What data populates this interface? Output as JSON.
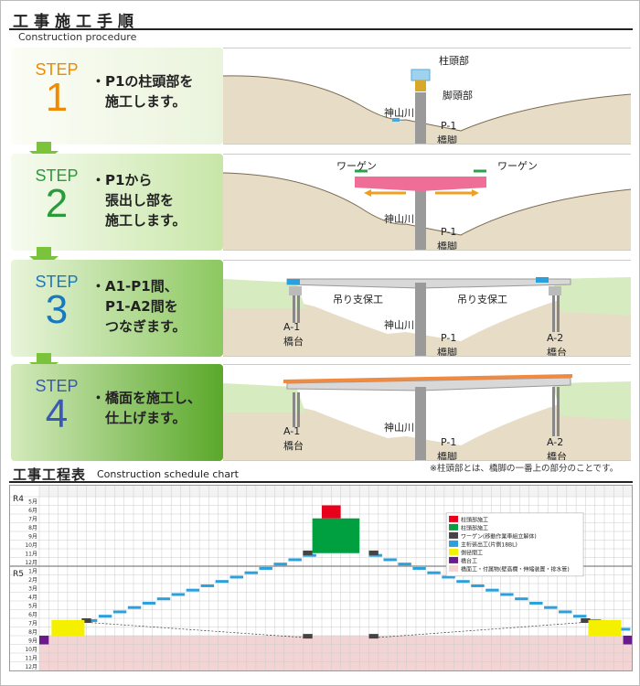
{
  "header": {
    "title": "工事施工手順",
    "subtitle": "Construction procedure"
  },
  "steps": [
    {
      "word": "STEP",
      "number": "1",
      "desc": "・P1の柱頭部を\n　施工します。"
    },
    {
      "word": "STEP",
      "number": "2",
      "desc": "・P1から\n　張出し部を\n　施工します。"
    },
    {
      "word": "STEP",
      "number": "3",
      "desc": "・A1-P1間、\n　P1-A2間を\n　つなぎます。"
    },
    {
      "word": "STEP",
      "number": "4",
      "desc": "・橋面を施工し、\n　仕上げます。"
    }
  ],
  "labels": {
    "column_head": "柱頭部",
    "pier_head": "脚頭部",
    "river": "神山川",
    "p1": "P-1",
    "pier": "橋脚",
    "wagen": "ワーゲン",
    "hanging": "吊り支保工",
    "a1": "A-1",
    "a2": "A-2",
    "abutment": "橋台"
  },
  "note": "※柱頭部とは、橋脚の一番上の部分のことです。",
  "schedule": {
    "title": "工事工程表",
    "subtitle": "Construction schedule chart",
    "year_r4": "R4",
    "year_r5": "R5",
    "months": [
      "5月",
      "6月",
      "7月",
      "8月",
      "9月",
      "10月",
      "11月",
      "12月",
      "1月",
      "2月",
      "3月",
      "4月",
      "5月",
      "6月",
      "7月",
      "8月",
      "9月",
      "10月",
      "11月",
      "12月"
    ],
    "legend": [
      {
        "label": "柱頭部施工",
        "color": "#e8001c"
      },
      {
        "label": "柱頭部施工",
        "color": "#00a040"
      },
      {
        "label": "ワーゲン(移動作業車組立解体)",
        "color": "#444444"
      },
      {
        "label": "主桁張出工(片側18BL)",
        "color": "#2aa0dc"
      },
      {
        "label": "側径間工",
        "color": "#f5f000"
      },
      {
        "label": "橋台工",
        "color": "#6a1a8c"
      },
      {
        "label": "橋面工・付属物(壁高欄・伸縮装置・排水管)",
        "color": "#f2d4d4"
      }
    ]
  }
}
